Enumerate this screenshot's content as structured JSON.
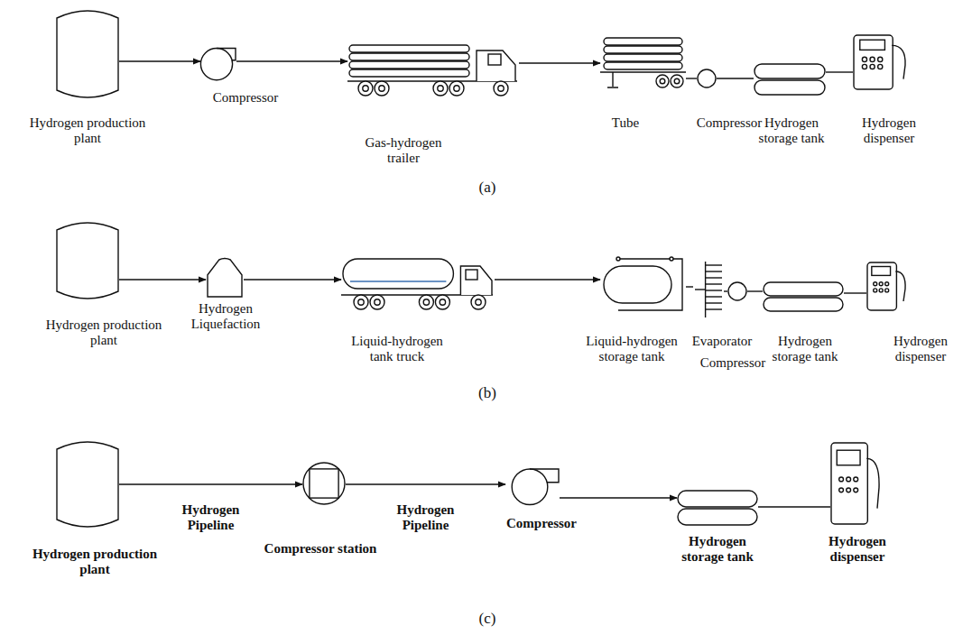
{
  "diagram": {
    "nodes": [
      {
        "text": [
          "Hydrogen production plant"
        ]
      },
      {
        "text": [
          "Compressor"
        ]
      },
      {
        "text": [
          "Gas-hydrogen trailer"
        ]
      },
      {
        "text": [
          "Tube"
        ]
      },
      {
        "text": [
          "Compressor"
        ]
      },
      {
        "text": [
          "Hydrogen storage tank"
        ]
      },
      {
        "text": [
          "Hydrogen dispenser"
        ]
      },
      {
        "text": [
          "Hydrogen production plant"
        ]
      },
      {
        "text": [
          "Hydrogen Liquefaction"
        ]
      },
      {
        "text": [
          "Liquid-hydrogen tank truck"
        ]
      },
      {
        "text": [
          "Liquid-hydrogen storage tank"
        ]
      },
      {
        "text": [
          "Evaporator"
        ]
      },
      {
        "text": [
          "Compressor"
        ]
      },
      {
        "text": [
          "Hydrogen storage tank"
        ]
      },
      {
        "text": [
          "Hydrogen dispenser"
        ]
      },
      {
        "text": [
          "Hydrogen production plant"
        ]
      },
      {
        "text": [
          "Compressor station"
        ]
      },
      {
        "text": [
          "Compressor"
        ]
      },
      {
        "text": [
          "Hydrogen storage tank"
        ]
      },
      {
        "text": [
          "Hydrogen dispenser"
        ]
      }
    ],
    "edges": [
      {
        "from": 0,
        "to": 1,
        "arrow": "to"
      },
      {
        "from": 1,
        "to": 2,
        "arrow": "to"
      },
      {
        "from": 2,
        "to": 3,
        "arrow": "to"
      },
      {
        "from": 3,
        "to": 4,
        "arrow": "none"
      },
      {
        "from": 4,
        "to": 5,
        "arrow": "none"
      },
      {
        "from": 5,
        "to": 6,
        "arrow": "none"
      },
      {
        "from": 7,
        "to": 8,
        "arrow": "to"
      },
      {
        "from": 8,
        "to": 9,
        "arrow": "to"
      },
      {
        "from": 9,
        "to": 10,
        "arrow": "to"
      },
      {
        "from": 10,
        "to": 11,
        "arrow": "none"
      },
      {
        "from": 11,
        "to": 12,
        "arrow": "none"
      },
      {
        "from": 12,
        "to": 13,
        "arrow": "none"
      },
      {
        "from": 13,
        "to": 14,
        "arrow": "none"
      },
      {
        "from": 15,
        "to": 16,
        "label": "Hydrogen Pipeline",
        "arrow": "to"
      },
      {
        "from": 16,
        "to": 17,
        "label": "Hydrogen Pipeline",
        "arrow": "to"
      },
      {
        "from": 17,
        "to": 18,
        "arrow": "to"
      },
      {
        "from": 18,
        "to": 19,
        "arrow": "none"
      }
    ],
    "labels": [
      "(a)",
      "(b)",
      "(c)"
    ]
  }
}
